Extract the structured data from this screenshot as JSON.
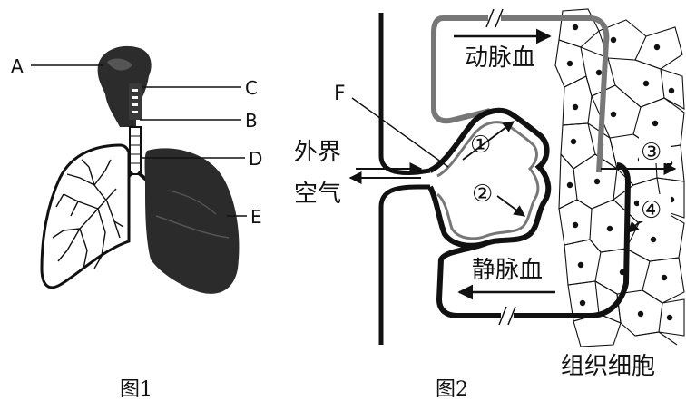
{
  "figure1": {
    "caption": "图1",
    "labels": {
      "a": "A",
      "b": "B",
      "c": "C",
      "d": "D",
      "e": "E"
    }
  },
  "figure2": {
    "caption": "图2",
    "label_f": "F",
    "arterial_blood": "动脉血",
    "venous_blood": "静脉血",
    "external_air_line1": "外界",
    "external_air_line2": "空气",
    "tissue_cells": "组织细胞",
    "markers": {
      "m1": "①",
      "m2": "②",
      "m3": "③",
      "m4": "④"
    }
  }
}
